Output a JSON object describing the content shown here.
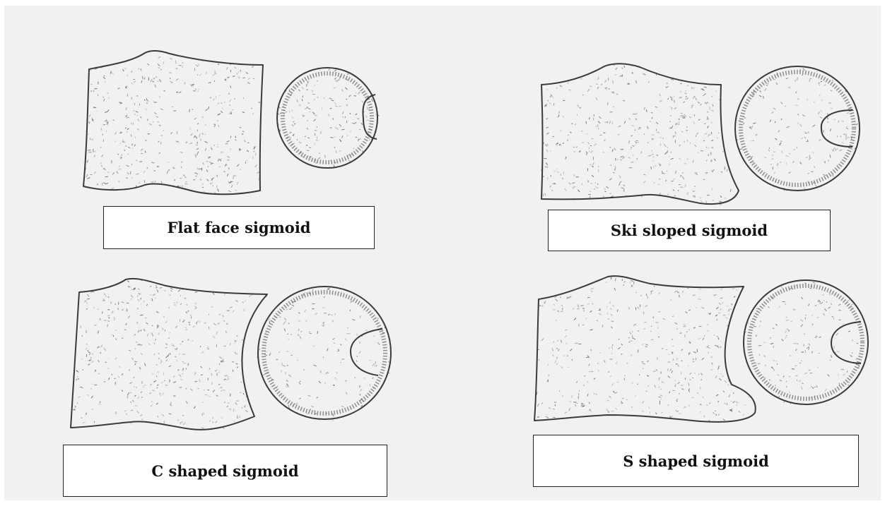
{
  "figure": {
    "background": "#f1f1f1",
    "ink_color": "#3a3a3a",
    "panels": [
      {
        "id": "flat",
        "label": "Flat face sigmoid"
      },
      {
        "id": "ski",
        "label": "Ski sloped sigmoid"
      },
      {
        "id": "c",
        "label": "C shaped sigmoid"
      },
      {
        "id": "s",
        "label": "S shaped sigmoid"
      }
    ]
  }
}
